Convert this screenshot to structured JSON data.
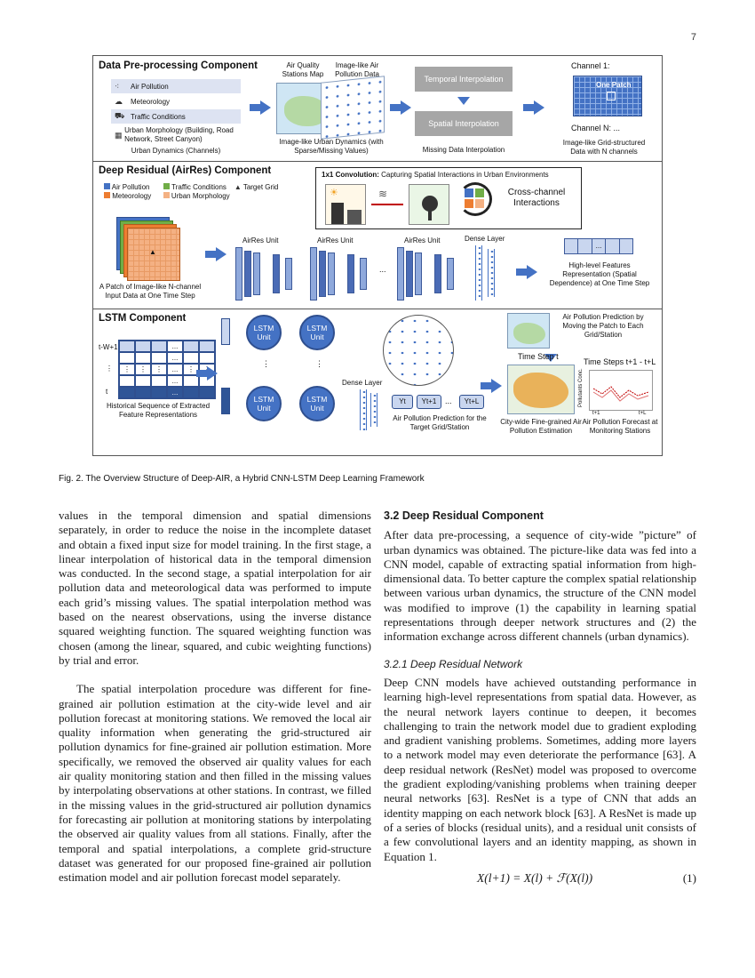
{
  "page_number": "7",
  "figure": {
    "panel1": {
      "title": "Data Pre-processing Component",
      "channels": [
        "Air Pollution",
        "Meteorology",
        "Traffic Conditions",
        "Urban Morphology (Building, Road Network, Street Canyon)"
      ],
      "channels_caption": "Urban Dynamics (Channels)",
      "aq_map_label": "Air Quality Stations Map",
      "image_like_label": "Image-like Air Pollution Data",
      "urban_dyn_caption": "Image-like Urban Dynamics (with Sparse/Missing Values)",
      "temporal_interp": "Temporal Interpolation",
      "spatial_interp": "Spatial Interpolation",
      "missing_caption": "Missing Data Interpolation",
      "channel1": "Channel 1:",
      "one_patch": "One Patch",
      "channelN": "Channel N: ...",
      "grid_caption": "Image-like Grid-structured Data with N channels"
    },
    "panel2": {
      "title": "Deep Residual (AirRes) Component",
      "legend": [
        "Air Pollution",
        "Traffic Conditions",
        "Target Grid",
        "Meteorology",
        "Urban Morphology"
      ],
      "conv_title": "1x1 Convolution:",
      "conv_sub": "Capturing Spatial Interactions in Urban Environments",
      "cross_channel": "Cross-channel Interactions",
      "patch_caption": "A Patch of Image-like N-channel Input Data at One Time Step",
      "airres_unit": "AirRes Unit",
      "dense_layer": "Dense Layer",
      "ellipsis": "...",
      "features_caption": "High-level Features Representation (Spatial Dependence) at One Time Step"
    },
    "panel3": {
      "title": "LSTM Component",
      "row_labels": [
        "t-W+1",
        "⋮",
        "t"
      ],
      "ellipsis": "...",
      "vdots": "⋮",
      "seq_caption": "Historical Sequence of Extracted Feature Representations",
      "lstm_unit": "LSTM Unit",
      "dense_layer": "Dense Layer",
      "y_labels": [
        "Yt",
        "Yt+1",
        "...",
        "Yt+L"
      ],
      "prediction_caption": "Air Pollution Prediction for the Target Grid/Station",
      "moving_patch": "Air Pollution Prediction by Moving the Patch to Each Grid/Station",
      "time_step_t": "Time Step t",
      "time_steps": "Time Steps t+1 - t+L",
      "ylabel": "Pollutants Conc.",
      "xticks": [
        "t+1",
        "t+L"
      ],
      "citywide_caption": "City-wide Fine-grained Air Pollution Estimation",
      "forecast_caption": "Air Pollution Forecast at Monitoring Stations"
    }
  },
  "caption": "Fig. 2. The Overview Structure of Deep-AIR, a Hybrid CNN-LSTM Deep Learning Framework",
  "left_column": {
    "para1": "values in the temporal dimension and spatial dimensions separately, in order to reduce the noise in the incomplete dataset and obtain a fixed input size for model training. In the first stage, a linear interpolation of historical data in the temporal dimension was conducted. In the second stage, a spatial interpolation for air pollution data and meteorological data was performed to impute each grid’s missing values. The spatial interpolation method was based on the nearest observations, using the inverse distance squared weighting function. The squared weighting function was chosen (among the linear, squared, and cubic weighting functions) by trial and error.",
    "para2": "The spatial interpolation procedure was different for fine-grained air pollution estimation at the city-wide level and air pollution forecast at monitoring stations. We removed the local air quality information when generating the grid-structured air pollution dynamics for fine-grained air pollution estimation. More specifically, we removed the observed air quality values for each air quality monitoring station and then filled in the missing values by interpolating observations at other stations. In contrast, we filled in the missing values in the grid-structured air pollution dynamics for forecasting air pollution at monitoring stations by interpolating the observed air quality values from all stations. Finally, after the temporal and spatial interpolations, a complete grid-structure dataset was generated for our proposed fine-grained air pollution estimation model and air pollution forecast model separately."
  },
  "right_column": {
    "section": "3.2   Deep Residual Component",
    "para1": "After data pre-processing, a sequence of city-wide ”picture” of urban dynamics was obtained. The picture-like data was fed into a CNN model, capable of extracting spatial information from high-dimensional data. To better capture the complex spatial relationship between various urban dynamics, the structure of the CNN model was modified to improve (1) the capability in learning spatial representations through deeper network structures and (2) the information exchange across different channels (urban dynamics).",
    "subsection": "3.2.1   Deep Residual Network",
    "para2": "Deep CNN models have achieved outstanding performance in learning high-level representations from spatial data. However, as the neural network layers continue to deepen, it becomes challenging to train the network model due to gradient exploding and gradient vanishing problems. Sometimes, adding more layers to a network model may even deteriorate the performance [63]. A deep residual network (ResNet) model was proposed to overcome the gradient exploding/vanishing problems when training deeper neural networks [63]. ResNet is a type of CNN that adds an identity mapping on each network block [63]. A ResNet is made up of a series of blocks (residual units), and a residual unit consists of a few convolutional layers and an identity mapping, as shown in Equation 1.",
    "equation": "X(l+1) = X(l) + ℱ(X(l))",
    "equation_number": "(1)"
  }
}
